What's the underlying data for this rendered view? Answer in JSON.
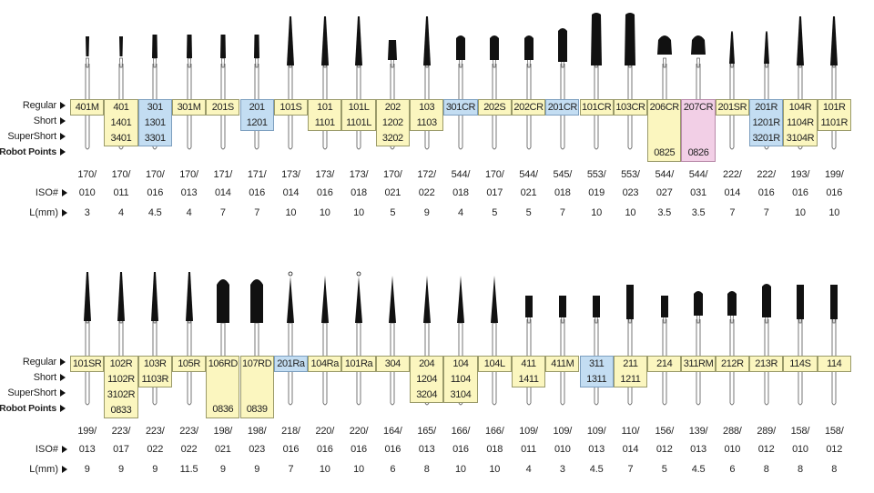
{
  "row_labels": {
    "regular": "Regular",
    "short": "Short",
    "supershort": "SuperShort",
    "robot": "Robot Points",
    "iso": "ISO#",
    "length": "L(mm)"
  },
  "colors": {
    "yellow": "#fbf6bf",
    "blue": "#c3ddf2",
    "pink": "#f2cfe6",
    "bur": "#111111"
  },
  "top_set": [
    {
      "r": "401M",
      "s": "",
      "ss": "",
      "rp": "",
      "color": "yellow",
      "iso1": "170/",
      "iso2": "010",
      "len": "3",
      "shape": "fine-taper"
    },
    {
      "r": "401",
      "s": "1401",
      "ss": "3401",
      "rp": "",
      "color": "yellow",
      "iso1": "170/",
      "iso2": "011",
      "len": "4",
      "shape": "fine-taper"
    },
    {
      "r": "301",
      "s": "1301",
      "ss": "3301",
      "rp": "",
      "color": "blue",
      "iso1": "170/",
      "iso2": "016",
      "len": "4.5",
      "shape": "taper-flat"
    },
    {
      "r": "301M",
      "s": "",
      "ss": "",
      "rp": "",
      "color": "yellow",
      "iso1": "170/",
      "iso2": "013",
      "len": "4",
      "shape": "taper-flat"
    },
    {
      "r": "201S",
      "s": "",
      "ss": "",
      "rp": "",
      "color": "yellow",
      "iso1": "171/",
      "iso2": "014",
      "len": "7",
      "shape": "taper-flat"
    },
    {
      "r": "201",
      "s": "1201",
      "ss": "",
      "rp": "",
      "color": "blue",
      "iso1": "171/",
      "iso2": "016",
      "len": "7",
      "shape": "taper-flat"
    },
    {
      "r": "101S",
      "s": "",
      "ss": "",
      "rp": "",
      "color": "yellow",
      "iso1": "173/",
      "iso2": "014",
      "len": "10",
      "shape": "long-taper"
    },
    {
      "r": "101",
      "s": "1101",
      "ss": "",
      "rp": "",
      "color": "yellow",
      "iso1": "173/",
      "iso2": "016",
      "len": "10",
      "shape": "long-taper"
    },
    {
      "r": "101L",
      "s": "1101L",
      "ss": "",
      "rp": "",
      "color": "yellow",
      "iso1": "173/",
      "iso2": "018",
      "len": "10",
      "shape": "long-taper"
    },
    {
      "r": "202",
      "s": "1202",
      "ss": "3202",
      "rp": "",
      "color": "yellow",
      "iso1": "170/",
      "iso2": "021",
      "len": "5",
      "shape": "short-taper"
    },
    {
      "r": "103",
      "s": "1103",
      "ss": "",
      "rp": "",
      "color": "yellow",
      "iso1": "172/",
      "iso2": "022",
      "len": "9",
      "shape": "long-taper"
    },
    {
      "r": "301CR",
      "s": "",
      "ss": "",
      "rp": "",
      "color": "blue",
      "iso1": "544/",
      "iso2": "018",
      "len": "4",
      "shape": "cyl-round"
    },
    {
      "r": "202S",
      "s": "",
      "ss": "",
      "rp": "",
      "color": "yellow",
      "iso1": "170/",
      "iso2": "017",
      "len": "5",
      "shape": "cyl-round"
    },
    {
      "r": "202CR",
      "s": "",
      "ss": "",
      "rp": "",
      "color": "yellow",
      "iso1": "544/",
      "iso2": "021",
      "len": "5",
      "shape": "cyl-round"
    },
    {
      "r": "201CR",
      "s": "",
      "ss": "",
      "rp": "",
      "color": "blue",
      "iso1": "545/",
      "iso2": "018",
      "len": "7",
      "shape": "cyl-round-long"
    },
    {
      "r": "101CR",
      "s": "",
      "ss": "",
      "rp": "",
      "color": "yellow",
      "iso1": "553/",
      "iso2": "019",
      "len": "10",
      "shape": "cyl-wide-long"
    },
    {
      "r": "103CR",
      "s": "",
      "ss": "",
      "rp": "",
      "color": "yellow",
      "iso1": "553/",
      "iso2": "023",
      "len": "10",
      "shape": "cyl-wide-long"
    },
    {
      "r": "206CR",
      "s": "",
      "ss": "",
      "rp": "0825",
      "color": "yellow",
      "iso1": "544/",
      "iso2": "027",
      "len": "3.5",
      "shape": "wide-short"
    },
    {
      "r": "207CR",
      "s": "",
      "ss": "",
      "rp": "0826",
      "color": "pink",
      "iso1": "544/",
      "iso2": "031",
      "len": "3.5",
      "shape": "wide-short"
    },
    {
      "r": "201SR",
      "s": "",
      "ss": "",
      "rp": "",
      "color": "yellow",
      "iso1": "222/",
      "iso2": "014",
      "len": "7",
      "shape": "taper-round"
    },
    {
      "r": "201R",
      "s": "1201R",
      "ss": "3201R",
      "rp": "",
      "color": "blue",
      "iso1": "222/",
      "iso2": "016",
      "len": "7",
      "shape": "taper-round"
    },
    {
      "r": "104R",
      "s": "1104R",
      "ss": "3104R",
      "rp": "",
      "color": "yellow",
      "iso1": "193/",
      "iso2": "016",
      "len": "10",
      "shape": "long-taper"
    },
    {
      "r": "101R",
      "s": "1101R",
      "ss": "",
      "rp": "",
      "color": "yellow",
      "iso1": "199/",
      "iso2": "016",
      "len": "10",
      "shape": "long-taper"
    }
  ],
  "bottom_set": [
    {
      "r": "101SR",
      "s": "",
      "ss": "",
      "rp": "",
      "color": "yellow",
      "iso1": "199/",
      "iso2": "013",
      "len": "9",
      "shape": "long-taper"
    },
    {
      "r": "102R",
      "s": "1102R",
      "ss": "3102R",
      "rp": "0833",
      "color": "yellow",
      "iso1": "223/",
      "iso2": "017",
      "len": "9",
      "shape": "long-taper"
    },
    {
      "r": "103R",
      "s": "1103R",
      "ss": "",
      "rp": "",
      "color": "yellow",
      "iso1": "223/",
      "iso2": "022",
      "len": "9",
      "shape": "long-taper"
    },
    {
      "r": "105R",
      "s": "",
      "ss": "",
      "rp": "",
      "color": "yellow",
      "iso1": "223/",
      "iso2": "022",
      "len": "11.5",
      "shape": "long-taper"
    },
    {
      "r": "106RD",
      "s": "",
      "ss": "",
      "rp": "0836",
      "color": "yellow",
      "iso1": "198/",
      "iso2": "021",
      "len": "9",
      "shape": "wide-round"
    },
    {
      "r": "107RD",
      "s": "",
      "ss": "",
      "rp": "0839",
      "color": "yellow",
      "iso1": "198/",
      "iso2": "023",
      "len": "9",
      "shape": "wide-round"
    },
    {
      "r": "201Ra",
      "s": "",
      "ss": "",
      "rp": "",
      "color": "blue",
      "iso1": "218/",
      "iso2": "016",
      "len": "7",
      "shape": "pointed-ball"
    },
    {
      "r": "104Ra",
      "s": "",
      "ss": "",
      "rp": "",
      "color": "yellow",
      "iso1": "220/",
      "iso2": "016",
      "len": "10",
      "shape": "pointed"
    },
    {
      "r": "101Ra",
      "s": "",
      "ss": "",
      "rp": "",
      "color": "yellow",
      "iso1": "220/",
      "iso2": "016",
      "len": "10",
      "shape": "pointed-ball"
    },
    {
      "r": "304",
      "s": "",
      "ss": "",
      "rp": "",
      "color": "yellow",
      "iso1": "164/",
      "iso2": "016",
      "len": "6",
      "shape": "pointed"
    },
    {
      "r": "204",
      "s": "1204",
      "ss": "3204",
      "rp": "",
      "color": "yellow",
      "iso1": "165/",
      "iso2": "013",
      "len": "8",
      "shape": "pointed"
    },
    {
      "r": "104",
      "s": "1104",
      "ss": "3104",
      "rp": "",
      "color": "yellow",
      "iso1": "166/",
      "iso2": "016",
      "len": "10",
      "shape": "pointed"
    },
    {
      "r": "104L",
      "s": "",
      "ss": "",
      "rp": "",
      "color": "yellow",
      "iso1": "166/",
      "iso2": "018",
      "len": "10",
      "shape": "pointed"
    },
    {
      "r": "411",
      "s": "1411",
      "ss": "",
      "rp": "",
      "color": "yellow",
      "iso1": "109/",
      "iso2": "011",
      "len": "4",
      "shape": "cyl-flat"
    },
    {
      "r": "411M",
      "s": "",
      "ss": "",
      "rp": "",
      "color": "yellow",
      "iso1": "109/",
      "iso2": "010",
      "len": "3",
      "shape": "cyl-flat"
    },
    {
      "r": "311",
      "s": "1311",
      "ss": "",
      "rp": "",
      "color": "blue",
      "iso1": "109/",
      "iso2": "013",
      "len": "4.5",
      "shape": "cyl-flat"
    },
    {
      "r": "211",
      "s": "1211",
      "ss": "",
      "rp": "",
      "color": "yellow",
      "iso1": "110/",
      "iso2": "014",
      "len": "7",
      "shape": "cyl-flat-long"
    },
    {
      "r": "214",
      "s": "",
      "ss": "",
      "rp": "",
      "color": "yellow",
      "iso1": "156/",
      "iso2": "012",
      "len": "5",
      "shape": "cyl-flat"
    },
    {
      "r": "311RM",
      "s": "",
      "ss": "",
      "rp": "",
      "color": "yellow",
      "iso1": "139/",
      "iso2": "013",
      "len": "4.5",
      "shape": "cyl-round"
    },
    {
      "r": "212R",
      "s": "",
      "ss": "",
      "rp": "",
      "color": "yellow",
      "iso1": "288/",
      "iso2": "010",
      "len": "6",
      "shape": "cyl-round"
    },
    {
      "r": "213R",
      "s": "",
      "ss": "",
      "rp": "",
      "color": "yellow",
      "iso1": "289/",
      "iso2": "012",
      "len": "8",
      "shape": "cyl-round-long"
    },
    {
      "r": "114S",
      "s": "",
      "ss": "",
      "rp": "",
      "color": "yellow",
      "iso1": "158/",
      "iso2": "010",
      "len": "8",
      "shape": "cyl-flat-long"
    },
    {
      "r": "114",
      "s": "",
      "ss": "",
      "rp": "",
      "color": "yellow",
      "iso1": "158/",
      "iso2": "012",
      "len": "8",
      "shape": "cyl-flat-long"
    }
  ]
}
